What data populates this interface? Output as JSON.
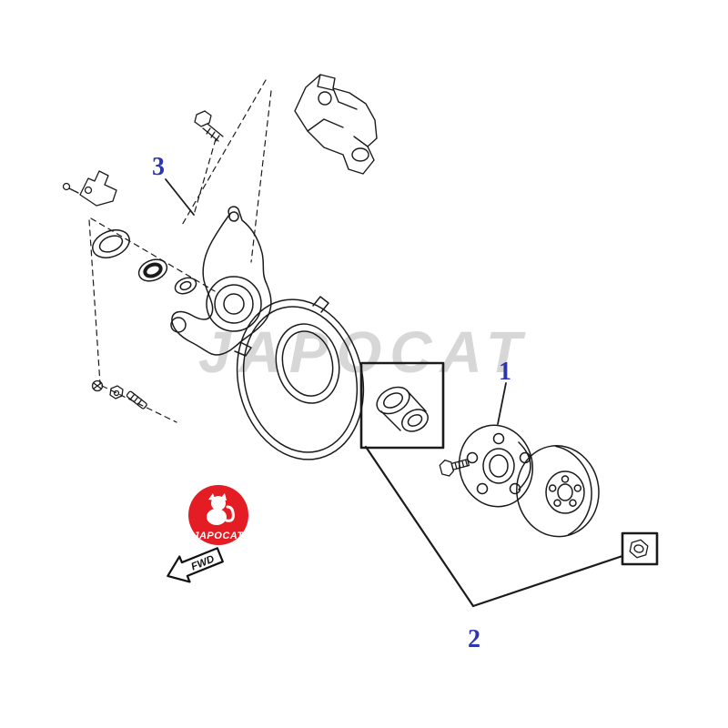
{
  "page": {
    "background": "#ffffff"
  },
  "watermark": {
    "text": "JAPOCAT",
    "color": "#d7d7d7"
  },
  "logo": {
    "text": "JAPOCAT",
    "background": "#e41d25",
    "text_color": "#ffffff"
  },
  "fwd": {
    "label": "FWD"
  },
  "callouts": [
    {
      "label": "1",
      "color": "#2e36ae"
    },
    {
      "label": "2",
      "color": "#2e36ae"
    },
    {
      "label": "3",
      "color": "#2e36ae"
    }
  ],
  "diagram": {
    "type": "exploded-parts-diagram",
    "line_color": "#1b1b1b"
  }
}
